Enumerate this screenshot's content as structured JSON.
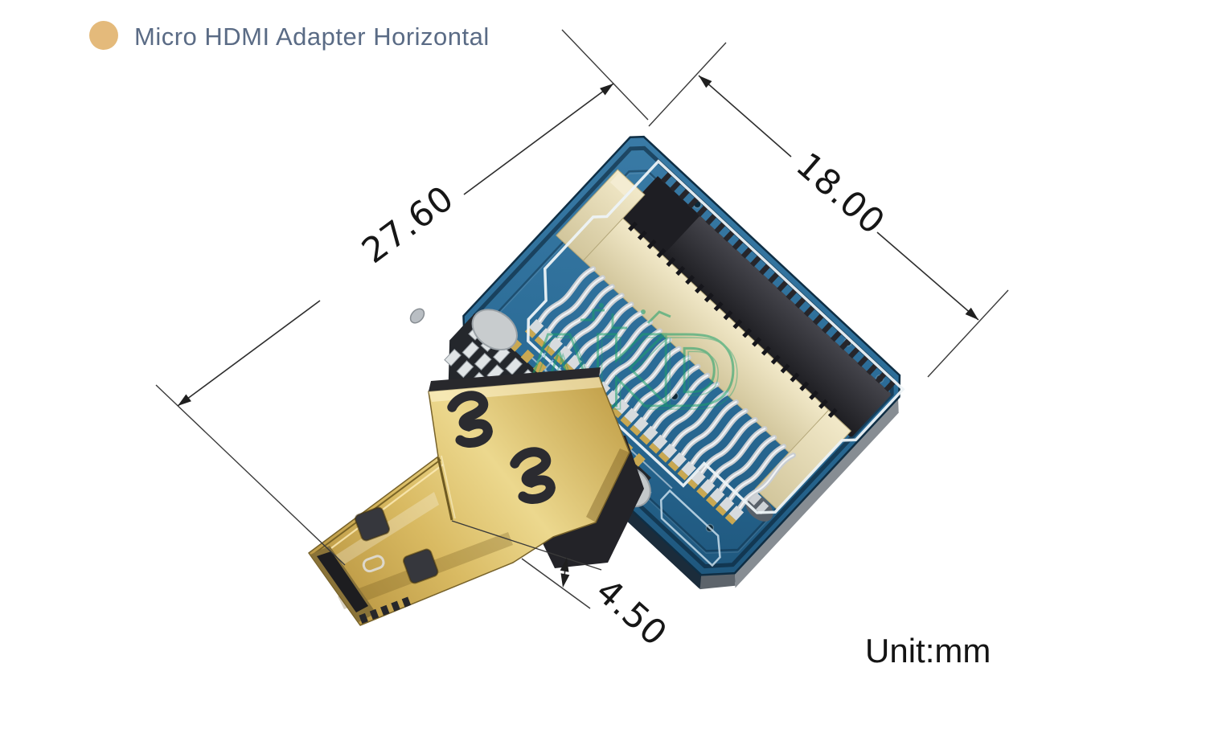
{
  "title": {
    "text": "Micro HDMI Adapter Horizontal",
    "bullet_color": "#e4ba7b",
    "text_color": "#5a6b85"
  },
  "diagram": {
    "dimensions": {
      "length": "27.60",
      "width": "18.00",
      "plug_height": "4.50"
    },
    "unit_label": "Unit:mm",
    "watermark": "AKD",
    "colors": {
      "pcb_blue": "#2e6f9b",
      "pcb_dark": "#1e567c",
      "board_edge": "#0f2e44",
      "connector_beige": "#e9dfba",
      "slot_black": "#2b2b2f",
      "plug_gold": "#d4b35a",
      "pin_silver": "#dfe3e5",
      "solder_pad_gold": "#c9a852",
      "dimension_line": "#2d2d2d",
      "watermark_green": "#1ba06b"
    }
  }
}
